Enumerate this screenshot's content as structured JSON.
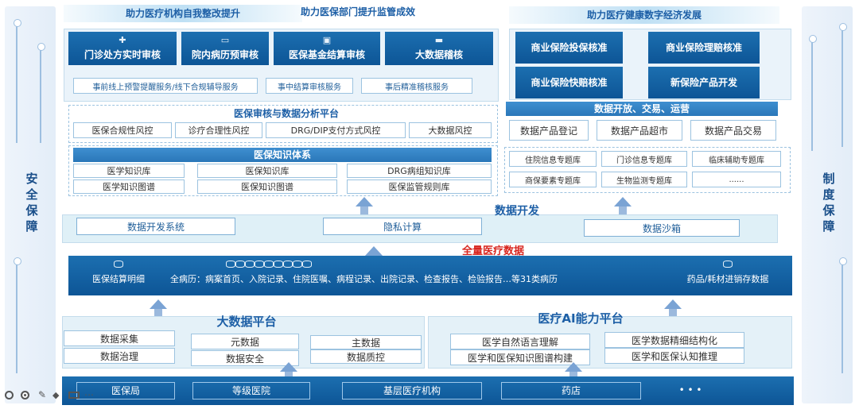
{
  "side": {
    "left_label": "安全保障",
    "right_label": "制度保障"
  },
  "top_banners": {
    "left1": "助力医疗机构自我整改提升",
    "left2": "助力医保部门提升监管成效",
    "right": "助力医疗健康数字经济发展"
  },
  "apps": [
    {
      "label": "门诊处方实时审核",
      "icon": "medical-cross-icon"
    },
    {
      "label": "院内病历预审核",
      "icon": "bed-icon"
    },
    {
      "label": "医保基金结算审核",
      "icon": "shield-card-icon"
    },
    {
      "label": "大数据稽核",
      "icon": "database-icon"
    }
  ],
  "insurance_apps": [
    "商业保险投保核准",
    "商业保险理赔核准",
    "商业保险快赔核准",
    "新保险产品开发"
  ],
  "services": [
    "事前线上预警提醒服务/线下合规辅导服务",
    "事中结算审核服务",
    "事后精准稽核服务"
  ],
  "audit_platform": {
    "title": "医保审核与数据分析平台",
    "items": [
      "医保合规性风控",
      "诊疗合理性风控",
      "DRG/DIP支付方式风控",
      "大数据风控"
    ]
  },
  "knowledge": {
    "title": "医保知识体系",
    "items": [
      "医学知识库",
      "医保知识库",
      "DRG病组知识库",
      "医学知识图谱",
      "医保知识图谱",
      "医保监管规则库"
    ]
  },
  "data_market": {
    "title": "数据开放、交易、运营",
    "items": [
      "数据产品登记",
      "数据产品超市",
      "数据产品交易"
    ]
  },
  "topic_libs": [
    "住院信息专题库",
    "门诊信息专题库",
    "临床辅助专题库",
    "商保要素专题库",
    "生物监测专题库",
    "......"
  ],
  "data_dev": {
    "title": "数据开发",
    "items": [
      "数据开发系统",
      "隐私计算",
      "数据沙箱"
    ]
  },
  "medical_data": {
    "title": "全量医疗数据",
    "left": "医保结算明细",
    "middle": "全病历：病案首页、入院记录、住院医嘱、病程记录、出院记录、检查报告、检验报告…等31类病历",
    "right": "药品/耗材进销存数据"
  },
  "bigdata_platform": {
    "title": "大数据平台",
    "items": [
      "数据采集",
      "元数据",
      "主数据",
      "数据治理",
      "数据安全",
      "数据质控"
    ]
  },
  "ai_platform": {
    "title": "医疗AI能力平台",
    "items": [
      "医学自然语言理解",
      "医学数据精细结构化",
      "医学和医保知识图谱构建",
      "医学和医保认知推理"
    ]
  },
  "sources": [
    "医保局",
    "等级医院",
    "基层医疗机构",
    "药店",
    "• • •"
  ],
  "colors": {
    "dark_blue": "#0d5596",
    "header_blue": "#2a77b9",
    "accent_red": "#d8261f",
    "title_blue": "#1d5fa6"
  }
}
